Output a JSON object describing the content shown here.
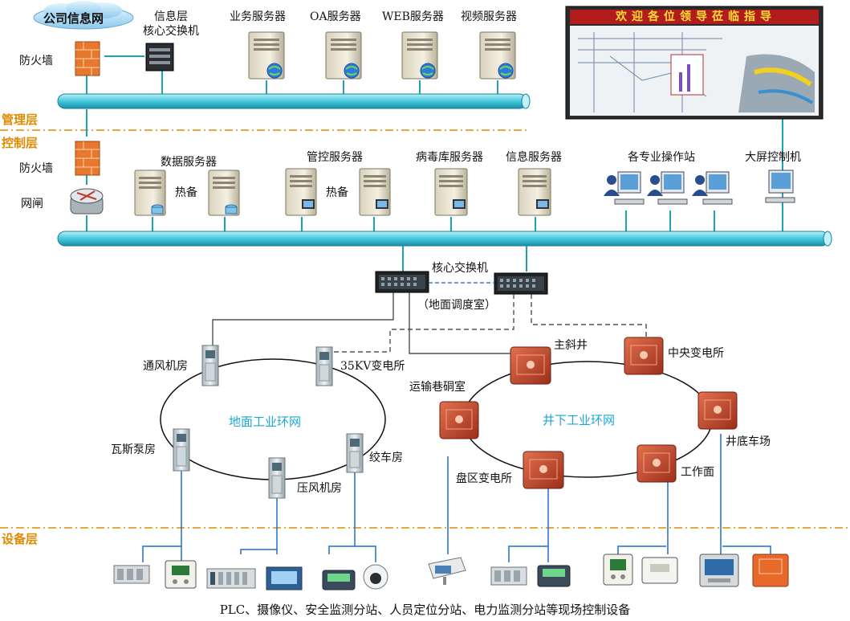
{
  "layers": {
    "manage": "管理层",
    "control": "控制层",
    "device": "设备层"
  },
  "cloud": "公司信息网",
  "mgmt": {
    "firewall": "防火墙",
    "core_switch": "信息层\n核心交换机",
    "business_server": "业务服务器",
    "oa_server": "OA服务器",
    "web_server": "WEB服务器",
    "video_server": "视频服务器"
  },
  "screen": {
    "title": "欢迎各位领导莅临指导"
  },
  "control": {
    "firewall": "防火墙",
    "gateway": "网闸",
    "data_server": "数据服务器",
    "hot_standby_1": "热备",
    "mgmt_ctrl_server": "管控服务器",
    "hot_standby_2": "热备",
    "virus_server": "病毒库服务器",
    "info_server": "信息服务器",
    "operator_stations": "各专业操作站",
    "big_screen_ctrl": "大屏控制机"
  },
  "core": {
    "label": "核心交换机",
    "location": "（地面调度室）"
  },
  "surface_ring": {
    "name": "地面工业环网",
    "nodes": [
      "通风机房",
      "35KV变电所",
      "瓦斯泵房",
      "压风机房",
      "绞车房"
    ]
  },
  "underground_ring": {
    "name": "井下工业环网",
    "nodes": [
      "主斜井",
      "中央变电所",
      "运输巷硐室",
      "井底车场",
      "盘区变电所",
      "工作面"
    ]
  },
  "bottom_caption": "PLC、摄像仪、安全监测分站、人员定位分站、电力监测分站等现场控制设备",
  "colors": {
    "bus": "#4fd0e0",
    "layer": "#e08a00",
    "ring_label": "#19a7d6",
    "explosion_proof": "#c0442a"
  }
}
